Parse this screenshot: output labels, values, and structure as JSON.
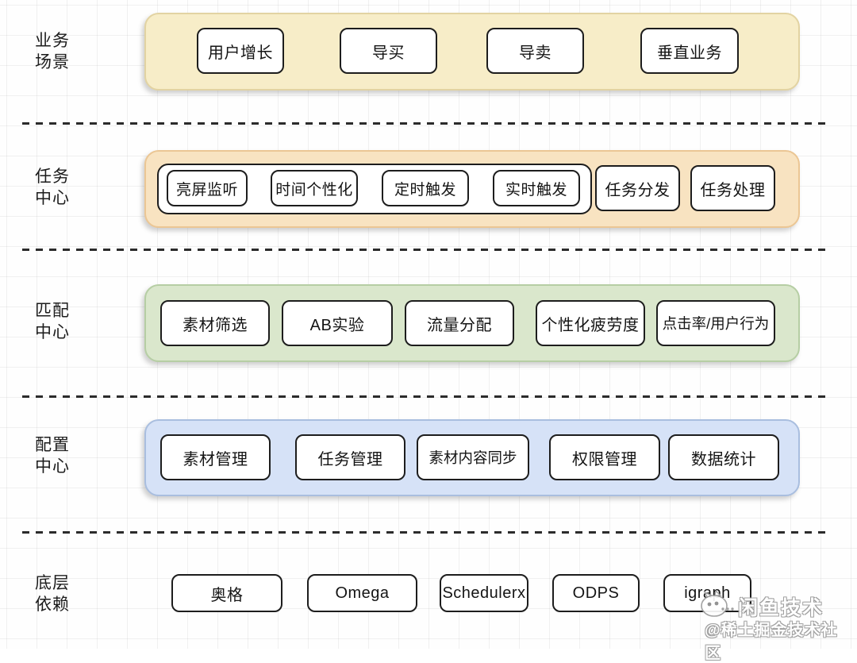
{
  "diagram": {
    "rows": [
      {
        "id": "business-scenarios",
        "label": "业务\n场景",
        "container_color": "#F7EDC8",
        "container_border": "#E2D3A2",
        "boxes": [
          "用户增长",
          "导买",
          "导卖",
          "垂直业务"
        ]
      },
      {
        "id": "task-center",
        "label": "任务\n中心",
        "container_color": "#F8E3C1",
        "container_border": "#EBC694",
        "grouped_boxes": [
          "亮屏监听",
          "时间个性化",
          "定时触发",
          "实时触发"
        ],
        "boxes": [
          "任务分发",
          "任务处理"
        ]
      },
      {
        "id": "matching-center",
        "label": "匹配\n中心",
        "container_color": "#DAE7CC",
        "container_border": "#B6CEA4",
        "boxes": [
          "素材筛选",
          "AB实验",
          "流量分配",
          "个性化疲劳度",
          "点击率/用户行为"
        ]
      },
      {
        "id": "config-center",
        "label": "配置\n中心",
        "container_color": "#D6E2F7",
        "container_border": "#A9BEDF",
        "boxes": [
          "素材管理",
          "任务管理",
          "素材内容同步",
          "权限管理",
          "数据统计"
        ]
      },
      {
        "id": "base-dependencies",
        "label": "底层\n依赖",
        "container_color": null,
        "boxes": [
          "奥格",
          "Omega",
          "Schedulerx",
          "ODPS",
          "igraph"
        ]
      }
    ],
    "separator_style": "dashed",
    "separator_color": "#2B2B2B",
    "node_border_color": "#1D1D1D"
  },
  "watermark": {
    "line1": "闲鱼技术",
    "line2": "@稀土掘金技术社区"
  }
}
